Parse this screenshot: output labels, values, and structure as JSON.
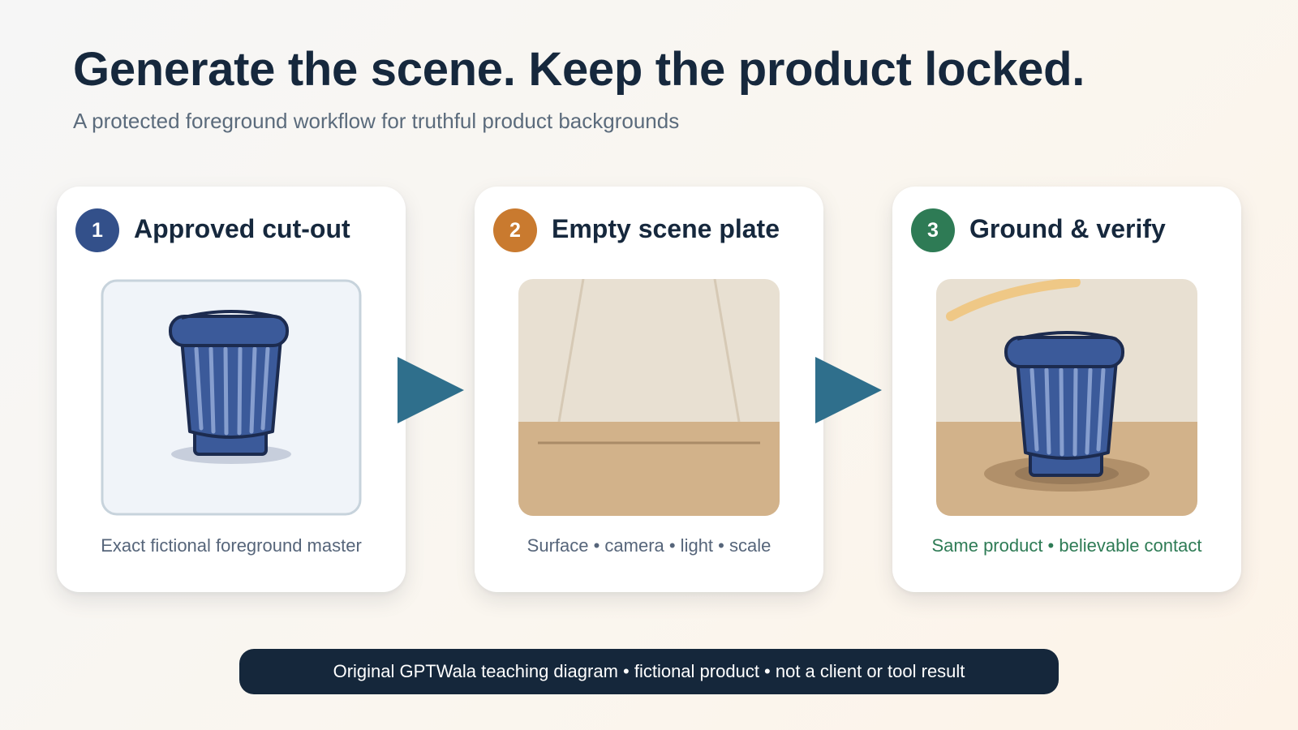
{
  "header": {
    "title": "Generate the scene. Keep the product locked.",
    "subtitle": "A protected foreground workflow for truthful product backgrounds"
  },
  "steps": [
    {
      "number": "1",
      "title": "Approved cut-out",
      "caption": "Exact fictional foreground master",
      "badge_color": "#33508a",
      "icon": "trash-can-icon"
    },
    {
      "number": "2",
      "title": "Empty scene plate",
      "caption": "Surface • camera • light • scale",
      "badge_color": "#c97a2f",
      "icon": "scene-plate-icon"
    },
    {
      "number": "3",
      "title": "Ground & verify",
      "caption": "Same product • believable contact",
      "badge_color": "#2e7b55",
      "caption_color": "#2e7b55",
      "icon": "trash-can-icon"
    }
  ],
  "colors": {
    "arrow": "#2f6f8c",
    "product_blue": "#3b5a9a",
    "product_outline": "#1c2b4f",
    "wall": "#e8e0d2",
    "floor": "#d2b28a",
    "footer_bg": "#15273b"
  },
  "footer": {
    "text": "Original GPTWala teaching diagram • fictional product • not a client or tool result"
  }
}
